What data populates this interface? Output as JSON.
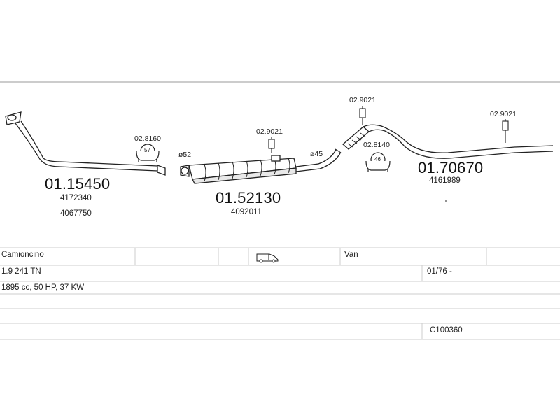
{
  "parts": {
    "front_pipe": {
      "code": "01.15450",
      "refs": [
        "4172340",
        "4067750"
      ]
    },
    "middle_silencer": {
      "code": "01.52130",
      "ref": "4092011"
    },
    "rear_pipe": {
      "code": "01.70670",
      "ref": "4161989"
    },
    "fittings": {
      "clamp_front": {
        "code": "02.8160",
        "diameter": "57"
      },
      "hanger_middle": {
        "code": "02.9021"
      },
      "hanger_rear_left": {
        "code": "02.9021"
      },
      "clamp_rear": {
        "code": "02.8140",
        "diameter": "46"
      },
      "hanger_rear_right": {
        "code": "02.9021"
      }
    },
    "diameters": {
      "inlet": "ø52",
      "outlet": "ø45"
    }
  },
  "vehicle": {
    "body_it": "Camioncino",
    "body_en": "Van",
    "body_icon": "van-icon",
    "model": "1.9 241 TN",
    "date": "01/76 -",
    "engine": "1895 cc, 50 HP, 37 KW",
    "system_code": "C100360"
  },
  "colors": {
    "line": "#222222",
    "rule": "#cccccc",
    "part_fill": "#ffffff"
  }
}
